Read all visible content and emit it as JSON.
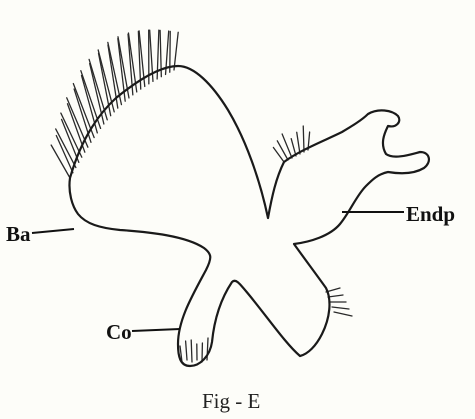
{
  "labels": {
    "ba": "Ba",
    "co": "Co",
    "endp": "Endp"
  },
  "caption": "Fig - E",
  "colors": {
    "background": "#fdfdf9",
    "ink": "#1a1a1a"
  }
}
